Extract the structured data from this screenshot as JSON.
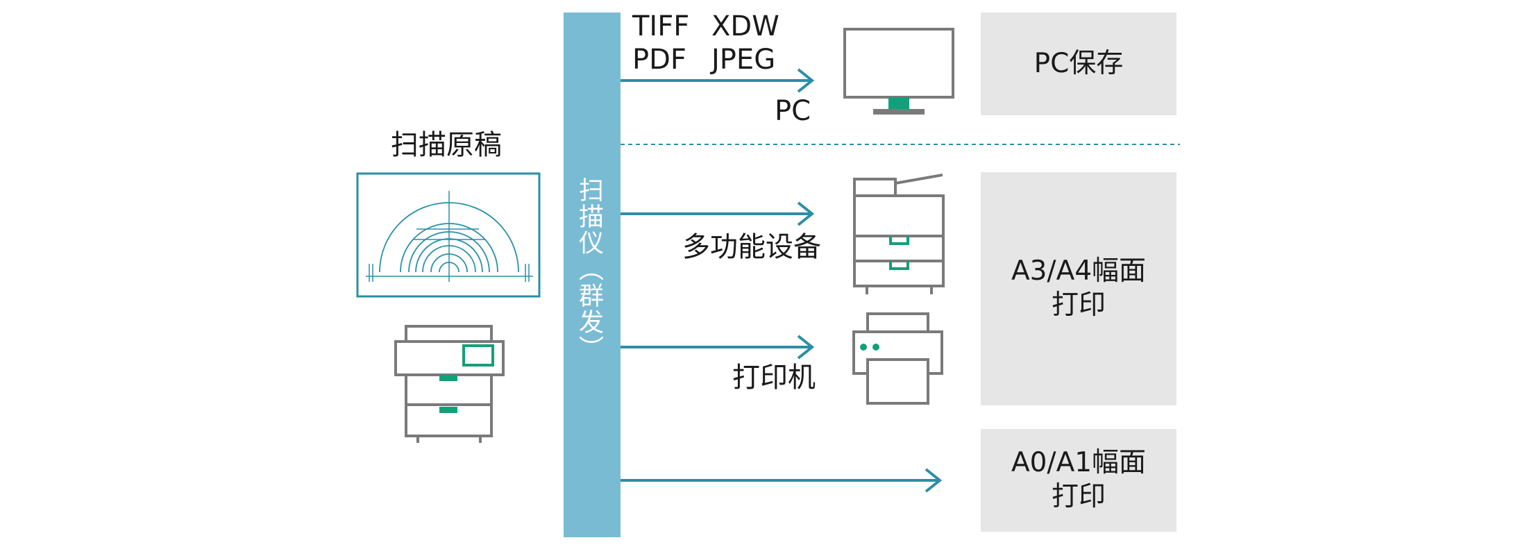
{
  "title": "扫描原稿",
  "scanner_label": "扫描仪（群发）",
  "formats": {
    "tiff": "TIFF",
    "xdw": "XDW",
    "pdf": "PDF",
    "jpeg": "JPEG"
  },
  "destinations": {
    "pc": "PC",
    "mfp": "多功能设备",
    "printer": "打印机"
  },
  "outputs": {
    "pc_save": "PC保存",
    "a3a4": "A3/A4幅面\n打印",
    "a0a1": "A0/A1幅面\n打印"
  },
  "colors": {
    "accent": "#2a8fa6",
    "scanner_bar": "#7abbd4",
    "green": "#12a07a",
    "gray_icon": "#7a7a7a",
    "box_bg": "#e6e6e6"
  }
}
